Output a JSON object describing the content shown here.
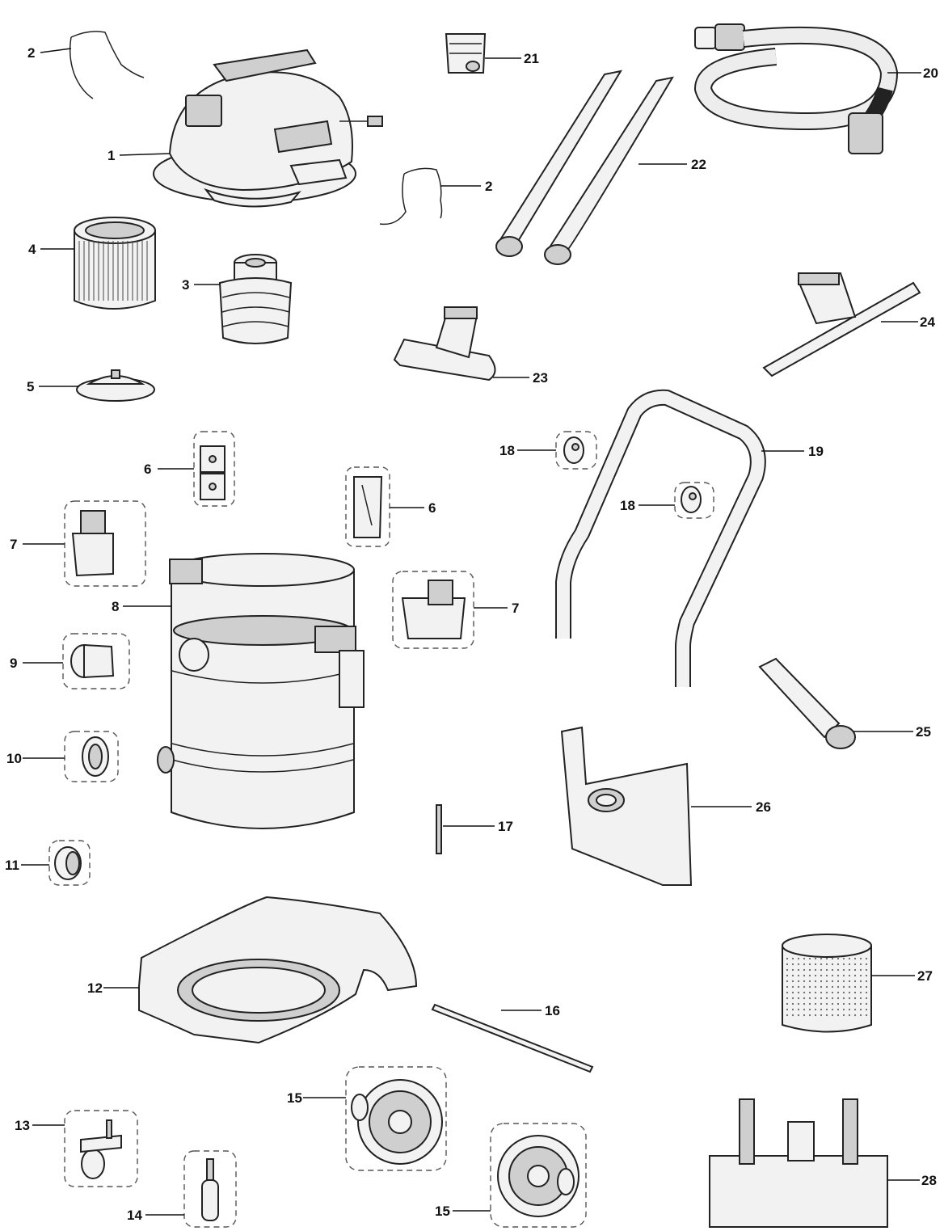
{
  "callouts": [
    "1",
    "2",
    "2",
    "3",
    "4",
    "5",
    "6",
    "6",
    "7",
    "7",
    "8",
    "9",
    "10",
    "11",
    "12",
    "13",
    "14",
    "15",
    "15",
    "16",
    "17",
    "18",
    "18",
    "19",
    "20",
    "21",
    "22",
    "23",
    "24",
    "25",
    "26",
    "27",
    "28"
  ]
}
